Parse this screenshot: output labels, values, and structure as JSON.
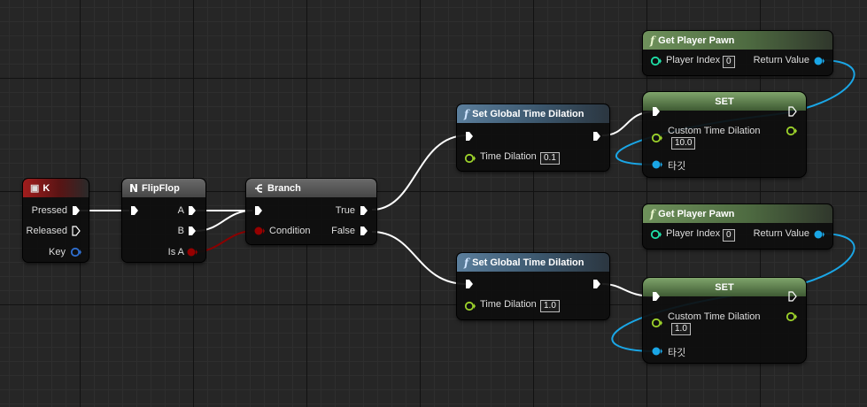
{
  "nodes": {
    "key_event": {
      "title": "K",
      "pins": {
        "pressed": "Pressed",
        "released": "Released",
        "key": "Key"
      }
    },
    "flipflop": {
      "title": "FlipFlop",
      "pins": {
        "a": "A",
        "b": "B",
        "is_a": "Is A"
      }
    },
    "branch": {
      "title": "Branch",
      "pins": {
        "condition": "Condition",
        "true": "True",
        "false": "False"
      }
    },
    "set_time_dilation_1": {
      "title": "Set Global Time Dilation",
      "pin_label": "Time Dilation",
      "value": "0.1"
    },
    "set_time_dilation_2": {
      "title": "Set Global Time Dilation",
      "pin_label": "Time Dilation",
      "value": "1.0"
    },
    "get_player_pawn_1": {
      "title": "Get Player Pawn",
      "player_index_label": "Player Index",
      "player_index": "0",
      "return_label": "Return Value"
    },
    "get_player_pawn_2": {
      "title": "Get Player Pawn",
      "player_index_label": "Player Index",
      "player_index": "0",
      "return_label": "Return Value"
    },
    "set_1": {
      "title": "SET",
      "var_label": "Custom Time Dilation",
      "value": "10.0",
      "target_label": "타깃"
    },
    "set_2": {
      "title": "SET",
      "var_label": "Custom Time Dilation",
      "value": "1.0",
      "target_label": "타깃"
    }
  },
  "colors": {
    "exec": "#ffffff",
    "bool": "#960000",
    "float": "#9dd32b",
    "object": "#1aa6e6",
    "key_struct": "#2f6fd0",
    "node_bg": "#0e0e0e"
  },
  "icons": {
    "function": "f",
    "flipflop": "N",
    "branch": "branch-icon",
    "key_event": "keyboard-icon"
  }
}
